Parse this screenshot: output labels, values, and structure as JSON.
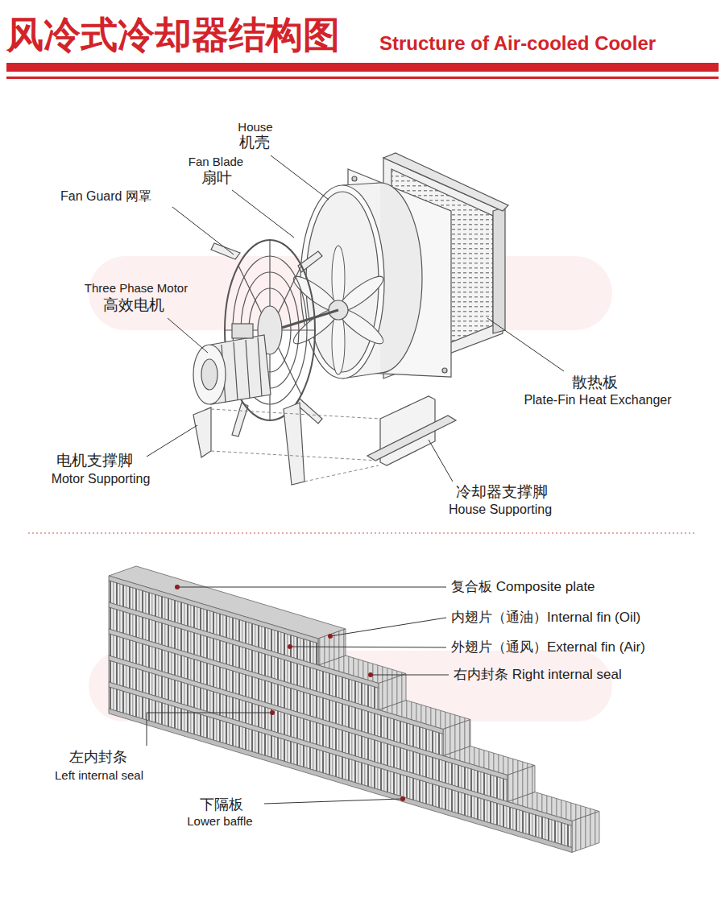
{
  "diagram": {
    "title": "风冷式冷却器结构图",
    "labels": [
      "Structure of Air-cooled Cooler",
      "House",
      "机壳",
      "Fan Blade",
      "扇叶",
      "Fan Guard 网罩",
      "Three Phase Motor",
      "高效电机",
      "散热板",
      "Plate-Fin Heat Exchanger",
      "电机支撑脚",
      "Motor Supporting",
      "冷却器支撑脚",
      "House Supporting",
      "复合板 Composite plate",
      "内翅片（通油）Internal fin (Oil)",
      "外翅片（通风）External fin (Air)",
      "右内封条 Right internal seal",
      "左内封条",
      "Left internal seal",
      "下隔板",
      "Lower baffle"
    ]
  }
}
